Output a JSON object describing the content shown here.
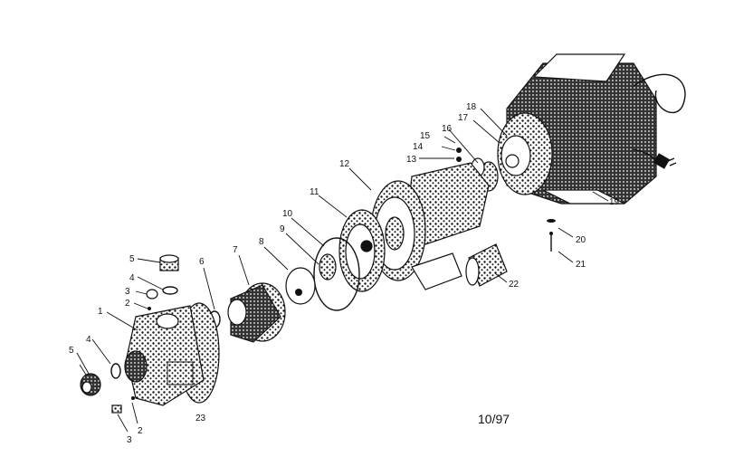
{
  "callouts": {
    "p1": "1",
    "p2a": "2",
    "p2b": "2",
    "p3a": "3",
    "p3b": "3",
    "p4a": "4",
    "p4b": "4",
    "p5a": "5",
    "p5b": "5",
    "p6": "6",
    "p7": "7",
    "p8": "8",
    "p9": "9",
    "p10": "10",
    "p11": "11",
    "p12": "12",
    "p13": "13",
    "p14": "14",
    "p15": "15",
    "p16": "16",
    "p17": "17",
    "p18": "18",
    "p19": "19",
    "p20": "20",
    "p21": "21",
    "p22": "22",
    "p23": "23"
  },
  "revision_date": "10/97",
  "colors": {
    "ink": "#111111",
    "paper": "#ffffff",
    "shade": "#2a2a2a"
  }
}
